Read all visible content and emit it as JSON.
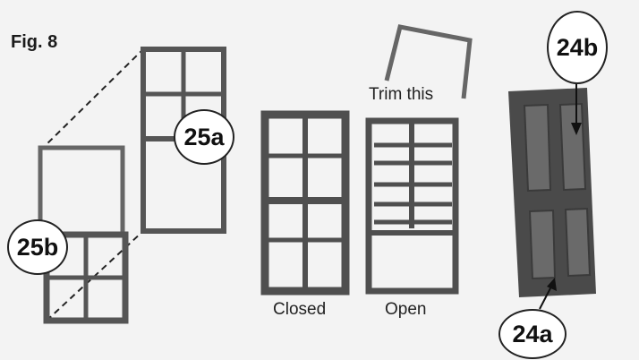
{
  "figure": {
    "label": "Fig. 8"
  },
  "captions": {
    "trim": "Trim this",
    "closed": "Closed",
    "open": "Open"
  },
  "callouts": {
    "c25a": "25a",
    "c25b": "25b",
    "c24a": "24a",
    "c24b": "24b"
  },
  "colors": {
    "background": "#f3f3f3",
    "frame": "#5e5e5e",
    "frame_dark": "#3f3f3f",
    "door": "#4a4a4a",
    "door_panel": "#6b6b6b"
  }
}
